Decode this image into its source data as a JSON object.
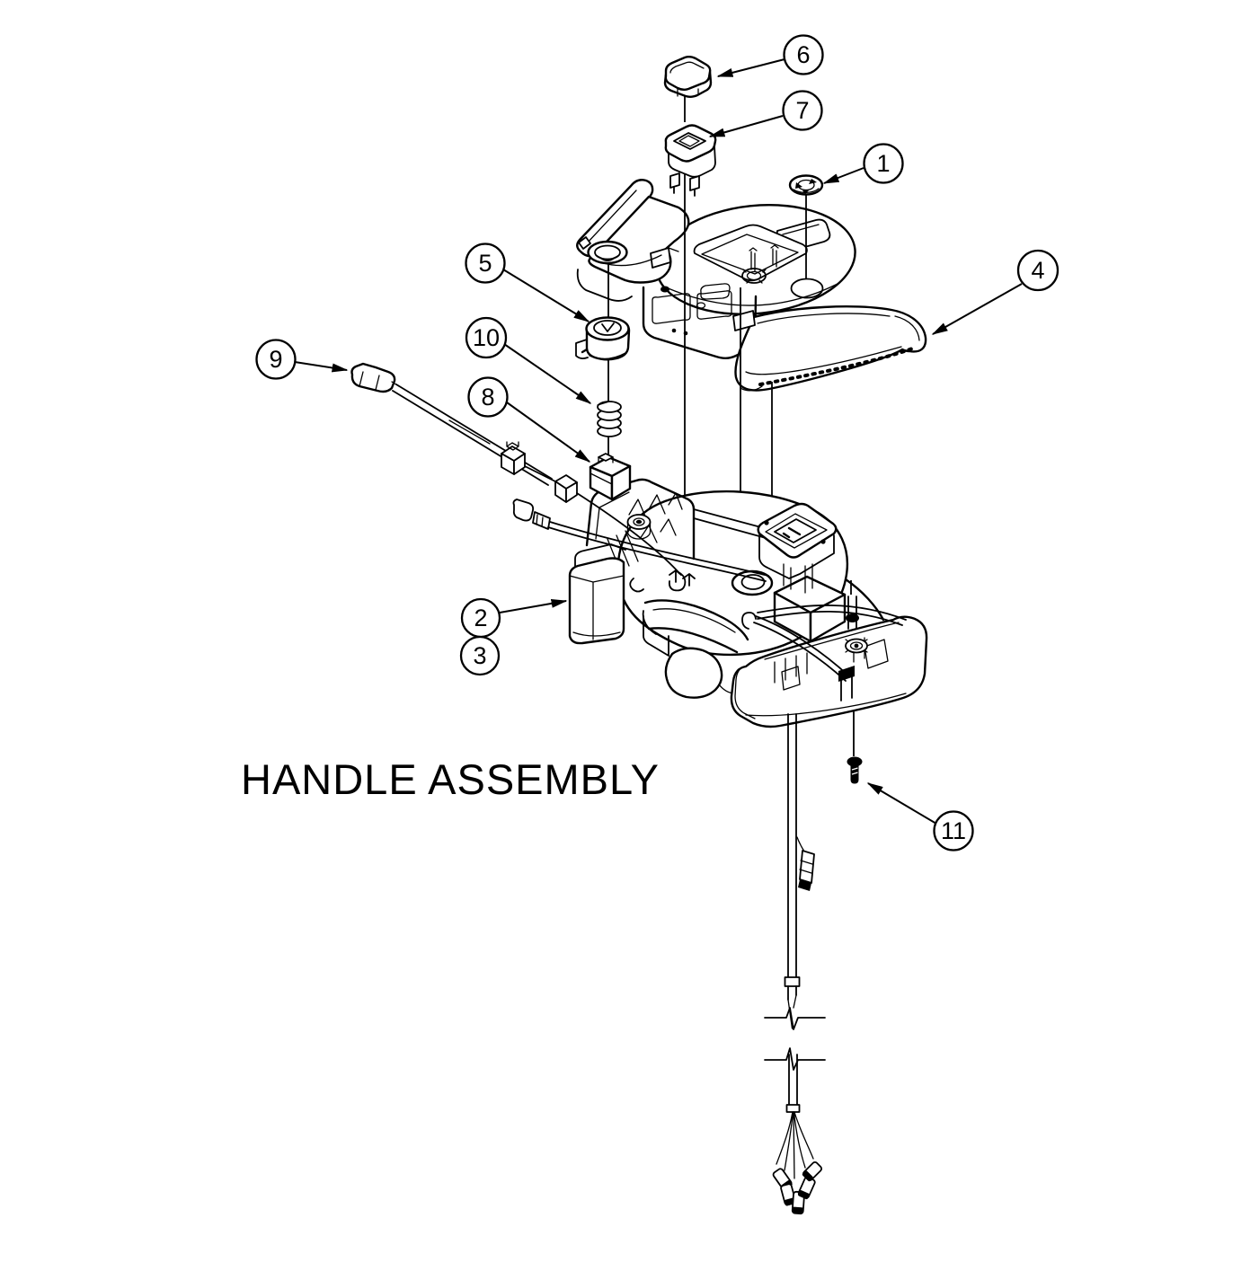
{
  "page": {
    "background": "#ffffff",
    "line_color": "#000000"
  },
  "diagram": {
    "title": "HANDLE ASSEMBLY",
    "callouts": [
      {
        "label": "1"
      },
      {
        "label": "2"
      },
      {
        "label": "3"
      },
      {
        "label": "4"
      },
      {
        "label": "5"
      },
      {
        "label": "6"
      },
      {
        "label": "7"
      },
      {
        "label": "8"
      },
      {
        "label": "9"
      },
      {
        "label": "10"
      },
      {
        "label": "11"
      }
    ]
  }
}
